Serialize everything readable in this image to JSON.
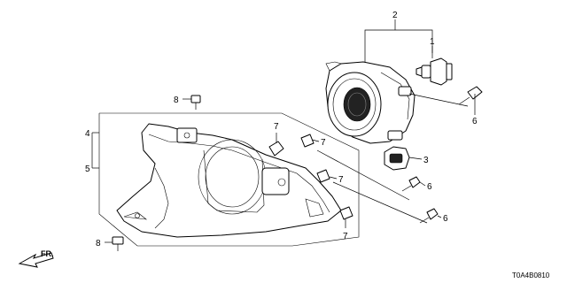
{
  "diagram": {
    "labels": {
      "bulb": "1",
      "foglight_assembly": "2",
      "socket": "3",
      "bracket_a": "4",
      "bracket_b": "5",
      "screw_upper": "6",
      "screw_middle": "6",
      "screw_lower": "6",
      "clip_top_left": "7",
      "clip_top_right": "7",
      "clip_right": "7",
      "clip_bottom": "7",
      "bolt_upper": "8",
      "bolt_lower": "8"
    },
    "direction_marker": "FR.",
    "drawing_code": "T0A4B0810"
  }
}
